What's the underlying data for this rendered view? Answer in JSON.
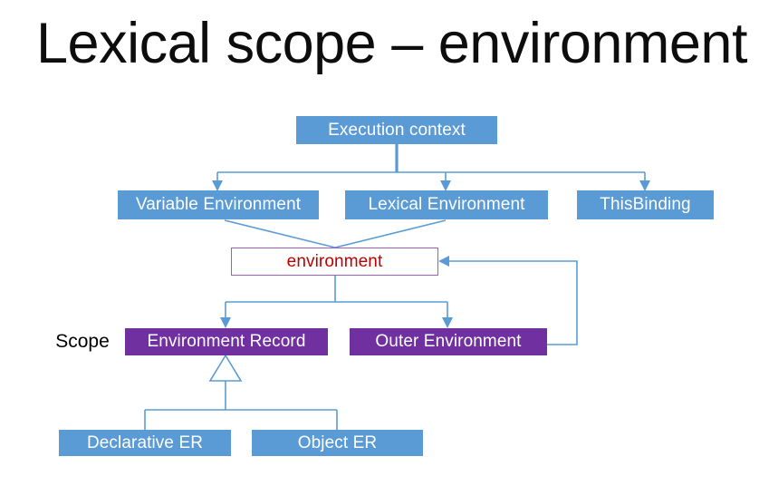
{
  "slide": {
    "title": "Lexical scope – environment",
    "background_color": "#FFFFFF"
  },
  "palette": {
    "blue_fill": "#5B9BD5",
    "purple_fill": "#7030A0",
    "outline_purple": "#9A5FBF",
    "red_text": "#C00000",
    "white_text": "#FFFFFF",
    "black_text": "#0D0D0D",
    "connector_blue": "#5B9BD5"
  },
  "diagram": {
    "type": "tree-hierarchy",
    "nodes": {
      "execution_context": {
        "label": "Execution context",
        "style": "blue",
        "level": 1
      },
      "variable_environment": {
        "label": "Variable Environment",
        "style": "blue",
        "level": 2
      },
      "lexical_environment": {
        "label": "Lexical Environment",
        "style": "blue",
        "level": 2
      },
      "this_binding": {
        "label": "ThisBinding",
        "style": "blue",
        "level": 2
      },
      "environment": {
        "label": "environment",
        "style": "outlined",
        "level": 3
      },
      "scope_label": {
        "label": "Scope",
        "style": "plain",
        "level": 4
      },
      "environment_record": {
        "label": "Environment Record",
        "style": "purple",
        "level": 4
      },
      "outer_environment": {
        "label": "Outer Environment",
        "style": "purple",
        "level": 4
      },
      "declarative_er": {
        "label": "Declarative ER",
        "style": "blue",
        "level": 5
      },
      "object_er": {
        "label": "Object ER",
        "style": "blue",
        "level": 5
      }
    },
    "edges": [
      {
        "from": "execution_context",
        "to": "variable_environment",
        "kind": "arrow"
      },
      {
        "from": "execution_context",
        "to": "lexical_environment",
        "kind": "arrow"
      },
      {
        "from": "execution_context",
        "to": "this_binding",
        "kind": "arrow"
      },
      {
        "from": "variable_environment",
        "to": "environment",
        "kind": "line"
      },
      {
        "from": "lexical_environment",
        "to": "environment",
        "kind": "line"
      },
      {
        "from": "environment",
        "to": "environment_record",
        "kind": "arrow"
      },
      {
        "from": "environment",
        "to": "outer_environment",
        "kind": "arrow"
      },
      {
        "from": "outer_environment",
        "to": "environment",
        "kind": "arrow-feedback"
      },
      {
        "from": "declarative_er",
        "to": "environment_record",
        "kind": "uml-generalization"
      },
      {
        "from": "object_er",
        "to": "environment_record",
        "kind": "uml-generalization"
      }
    ]
  }
}
